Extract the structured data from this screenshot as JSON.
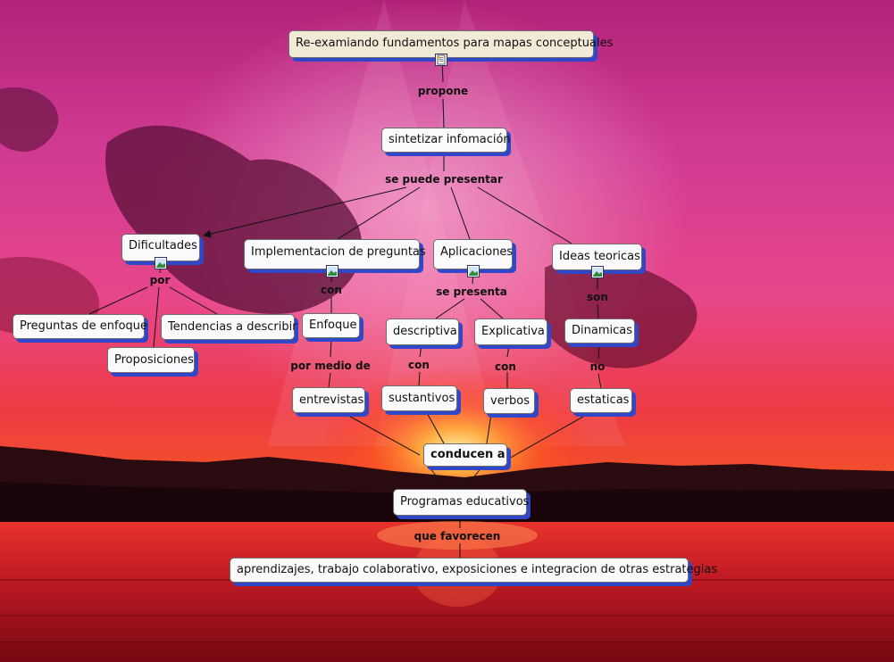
{
  "concept_map": {
    "nodes": {
      "root": "Re-examiando fundamentos para mapas conceptuales",
      "sintetizar": "sintetizar infomación",
      "dificultades": "Dificultades",
      "implementacion": "Implementacion de preguntas",
      "aplicaciones": "Aplicaciones",
      "ideas": "Ideas teoricas",
      "preguntas_enfoque": "Preguntas de enfoque",
      "tendencias": "Tendencias a describir",
      "proposiciones": "Proposiciones",
      "enfoque": "Enfoque",
      "descriptiva": "descriptiva",
      "explicativa": "Explicativa",
      "dinamicas": "Dinamicas",
      "entrevistas": "entrevistas",
      "sustantivos": "sustantivos",
      "verbos": "verbos",
      "estaticas": "estaticas",
      "conducen": "conducen a",
      "programas": "Programas educativos",
      "aprendizajes": "aprendizajes, trabajo colaborativo, exposiciones e integracion de otras estrategias"
    },
    "links": {
      "propone": "propone",
      "se_puede_presentar": "se puede presentar",
      "por": "por",
      "con_1": "con",
      "se_presenta": "se presenta",
      "son": "son",
      "por_medio_de": "por medio de",
      "con_2": "con",
      "con_3": "con",
      "no": "no",
      "que_favorecen": "que favorecen"
    },
    "icons": [
      "document-icon",
      "image-icon"
    ],
    "colors": {
      "node_fill": "#fbfbfd",
      "title_fill": "#f1ead7",
      "node_shadow": "#3147c9",
      "line": "#111111"
    }
  }
}
